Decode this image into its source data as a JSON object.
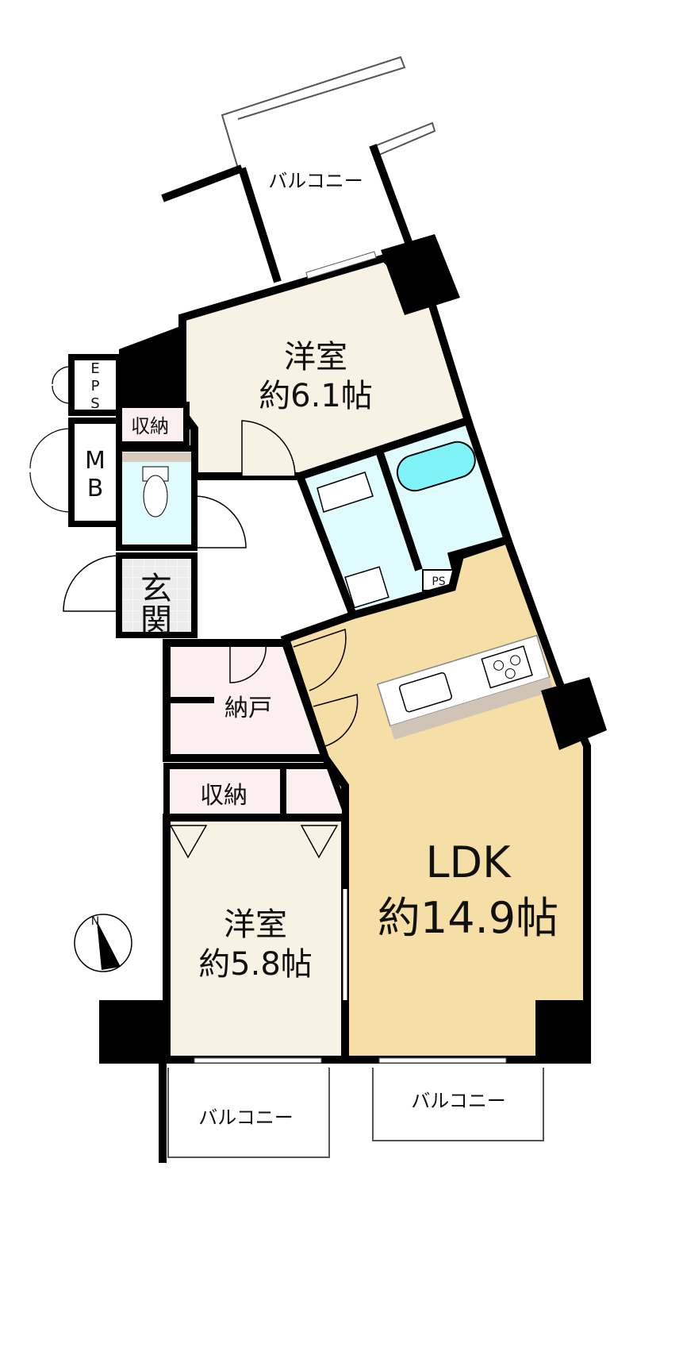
{
  "rooms": {
    "balcony_top": "バルコニー",
    "western1_name": "洋室",
    "western1_size": "約6.1帖",
    "eps": [
      "E",
      "P",
      "S"
    ],
    "storage_small": "収納",
    "mb": [
      "M",
      "B"
    ],
    "entrance": [
      "玄",
      "関"
    ],
    "ps": "PS",
    "closet": "納戸",
    "storage2": "収納",
    "ldk_name": "LDK",
    "ldk_size": "約14.9帖",
    "western2_name": "洋室",
    "western2_size": "約5.8帖",
    "balcony_bottom_left": "バルコニー",
    "balcony_bottom_right": "バルコニー",
    "compass": "N"
  },
  "colors": {
    "western": "#f7f2e3",
    "ldk": "#f5dfa6",
    "wet": "#dffbfd",
    "storage": "#fcefef",
    "entrance": "#ececec",
    "tub": "#7ff3f8",
    "wall": "#000000"
  }
}
